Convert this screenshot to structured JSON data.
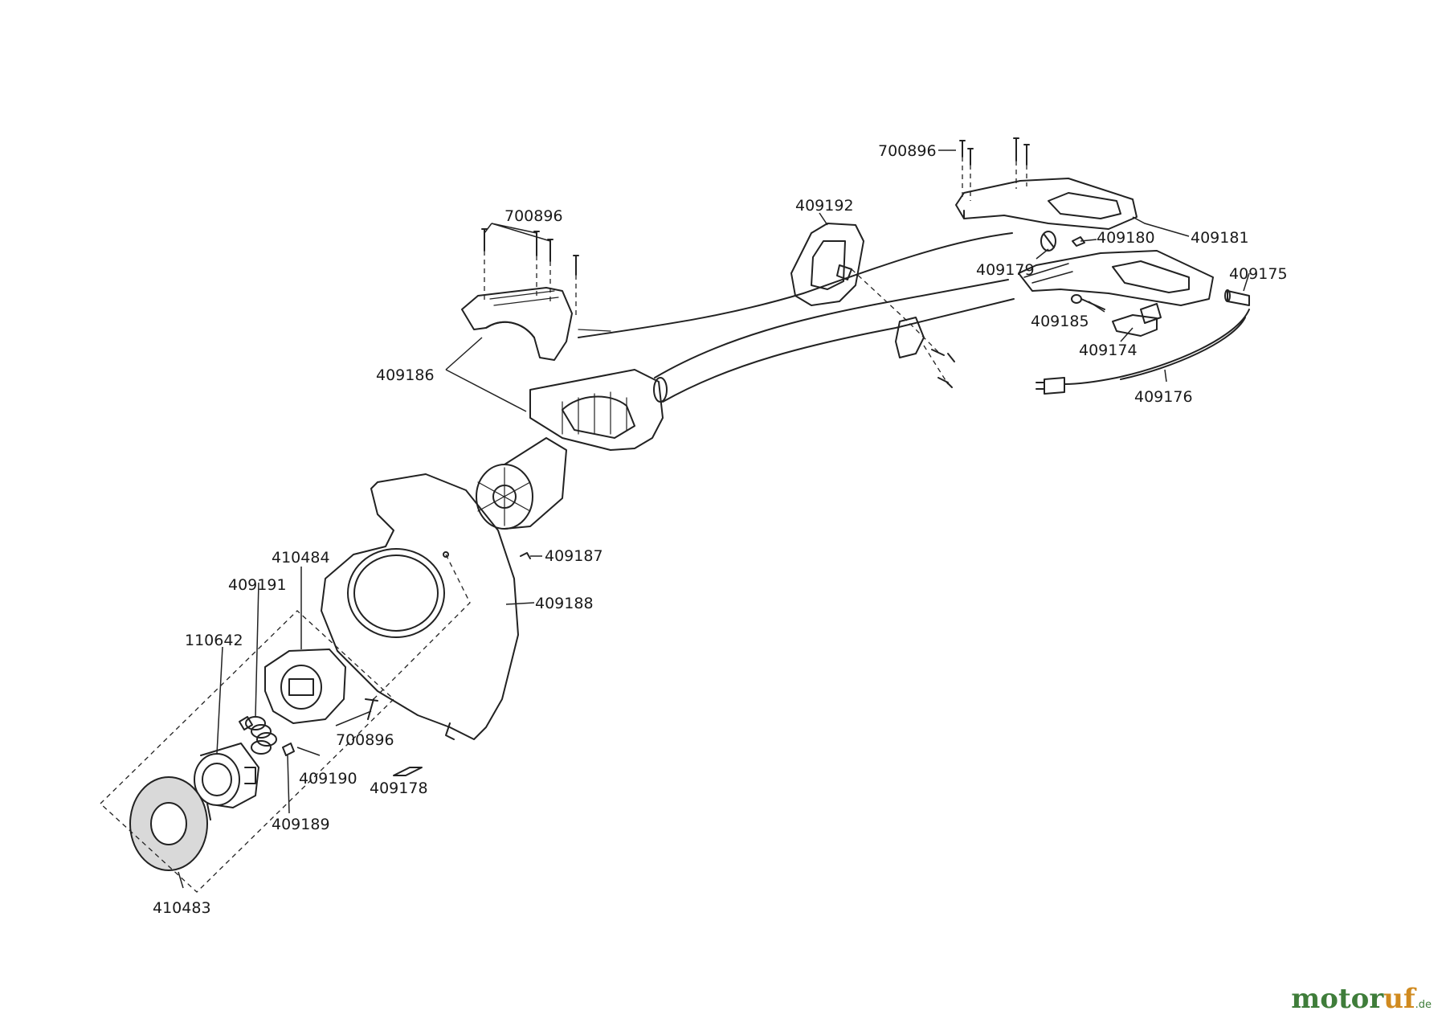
{
  "part_numbers": {
    "screws_top_right": "700896",
    "screws_motor_cover": "700896",
    "auxiliary_handle": "409192",
    "handle_upper": "409181",
    "switch_lever": "409180",
    "handle_spring": "409179",
    "cord_sleeve": "409175",
    "cable_clamp": "409185",
    "switch": "409174",
    "power_cord": "409176",
    "motor_housing": "409186",
    "clip": "409187",
    "guard": "409188",
    "spool_holder": "410484",
    "spring": "409191",
    "spool": "110642",
    "screw_guard": "700896",
    "eyelet": "409190",
    "line_cutter": "409178",
    "stopper": "409189",
    "spool_cap": "410483"
  },
  "brand": {
    "name_part1": "motor",
    "name_part2": "uf",
    "suffix": ".de",
    "color_part1": "#3f7d3a",
    "color_part2": "#d08a1f"
  }
}
